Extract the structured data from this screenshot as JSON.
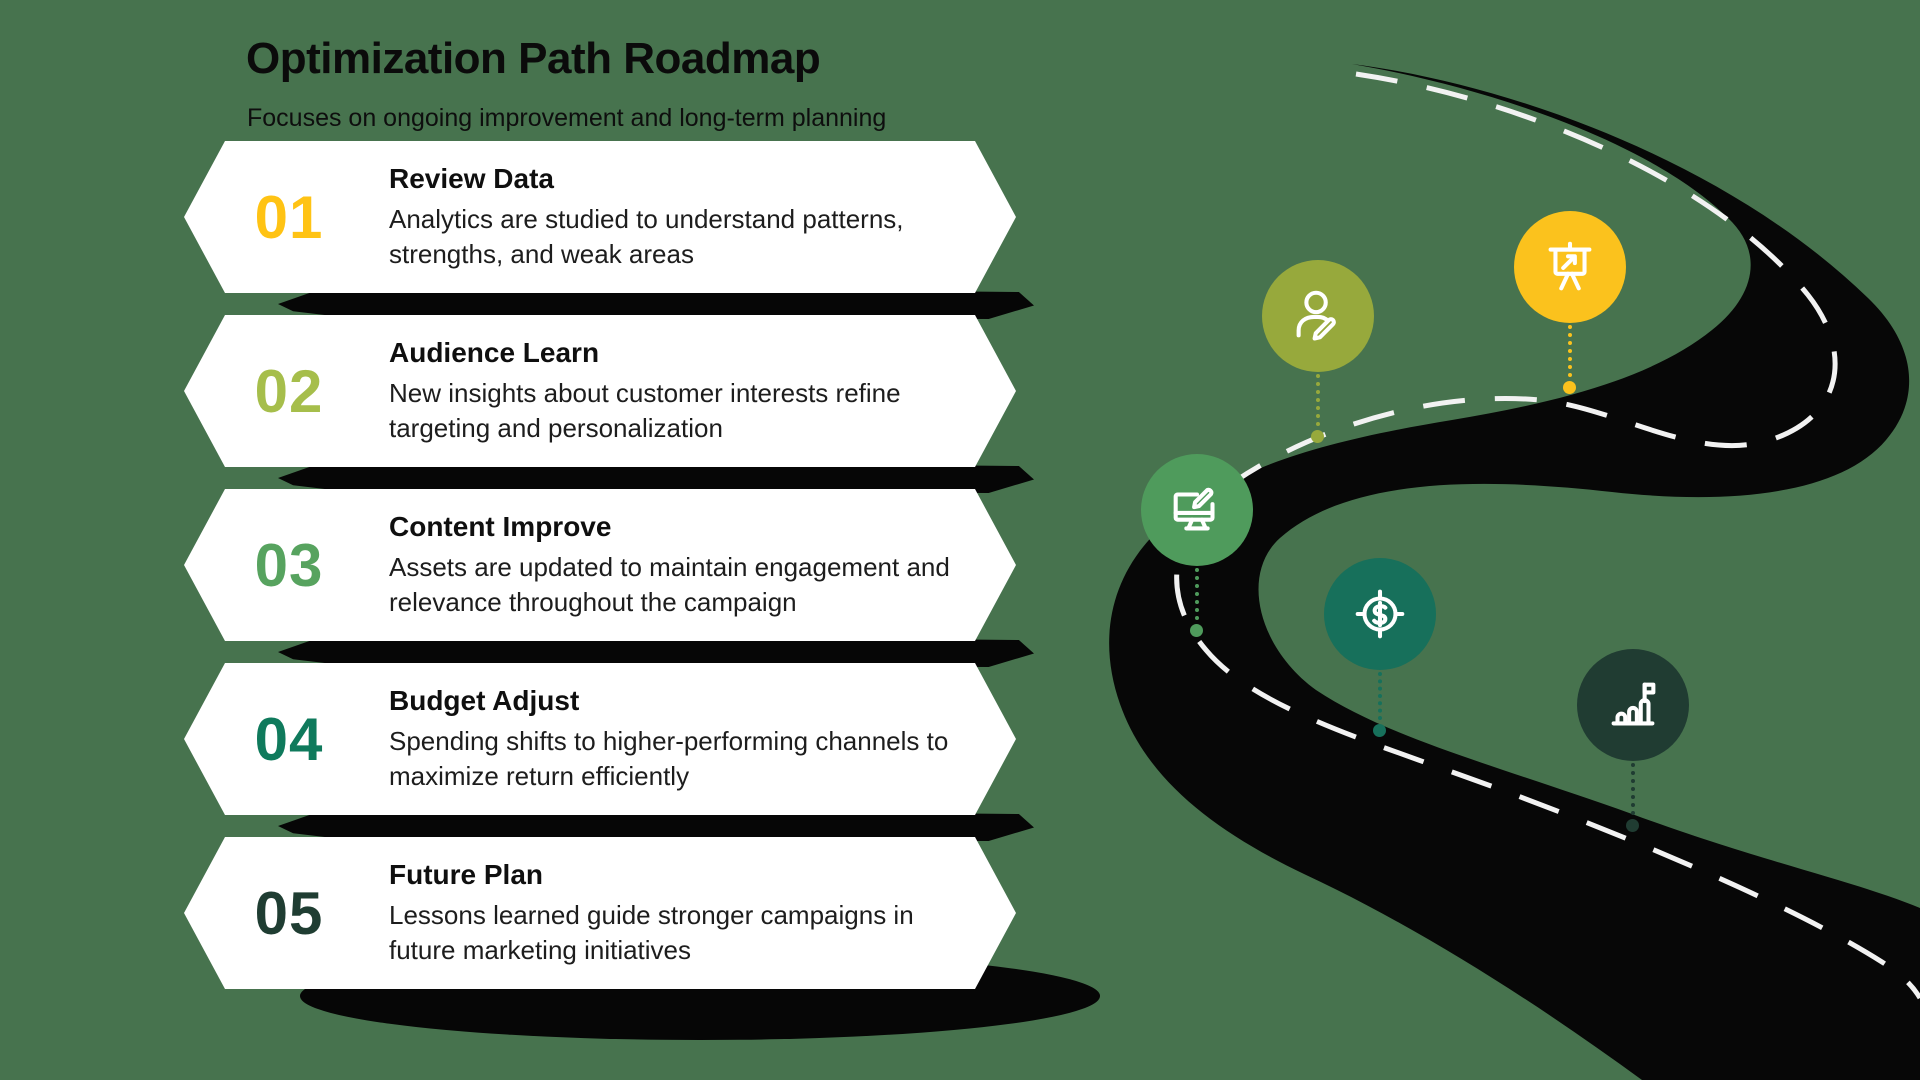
{
  "header": {
    "title": "Optimization Path Roadmap",
    "subtitle": "Focuses on ongoing improvement and long-term planning"
  },
  "steps": [
    {
      "number": "01",
      "color": "#FFC314",
      "title": "Review Data",
      "description": "Analytics are studied to understand patterns, strengths, and weak areas"
    },
    {
      "number": "02",
      "color": "#A6BE4B",
      "title": "Audience Learn",
      "description": "New insights about customer interests refine targeting and personalization"
    },
    {
      "number": "03",
      "color": "#57A35F",
      "title": "Content Improve",
      "description": "Assets are updated to maintain engagement and relevance throughout the campaign"
    },
    {
      "number": "04",
      "color": "#0F7A5C",
      "title": "Budget Adjust",
      "description": "Spending shifts to higher-performing channels to maximize return efficiently"
    },
    {
      "number": "05",
      "color": "#1F3D32",
      "title": "Future Plan",
      "description": "Lessons learned guide stronger campaigns in future marketing initiatives"
    }
  ],
  "road": {
    "markers": [
      {
        "step": "01",
        "icon": "presentation-arrow-icon",
        "color": "#FBC21D"
      },
      {
        "step": "02",
        "icon": "user-edit-icon",
        "color": "#97A93C"
      },
      {
        "step": "03",
        "icon": "monitor-edit-icon",
        "color": "#4F9B5C"
      },
      {
        "step": "04",
        "icon": "dollar-target-icon",
        "color": "#17705B"
      },
      {
        "step": "05",
        "icon": "chart-flag-icon",
        "color": "#203C32"
      }
    ]
  },
  "colors": {
    "background": "#47734E",
    "card": "#FFFFFF",
    "road": "#070707",
    "dash": "#F2F2F2",
    "title_text": "#0B0B0B",
    "body_text": "#1D1D1D"
  }
}
